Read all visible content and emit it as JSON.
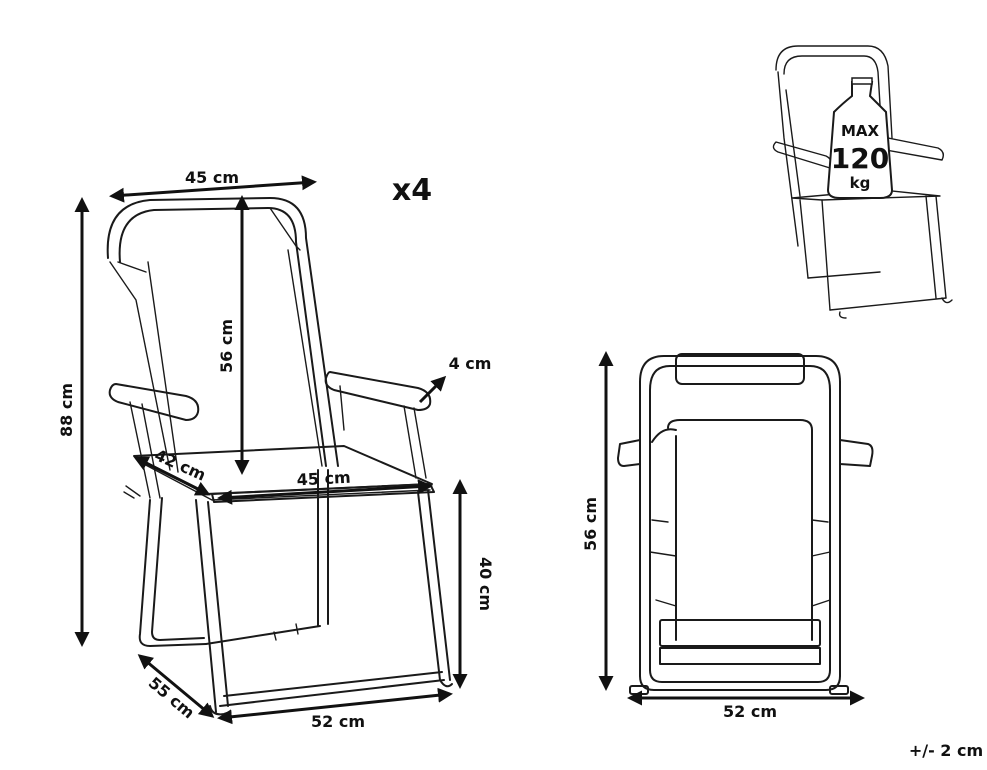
{
  "quantity": "x4",
  "tolerance": "+/- 2 cm",
  "badge": {
    "line1": "MAX",
    "line2": "120",
    "line3": "kg"
  },
  "dimensions": {
    "top_width": "45 cm",
    "back_height": "56 cm",
    "total_height": "88 cm",
    "armrest_width": "4 cm",
    "seat_depth": "42 cm",
    "seat_width": "45 cm",
    "seat_height": "40 cm",
    "depth": "55 cm",
    "width": "52 cm",
    "front_height": "56 cm",
    "front_width": "52 cm"
  },
  "colors": {
    "ink": "#1a1a1a",
    "background": "#ffffff"
  }
}
